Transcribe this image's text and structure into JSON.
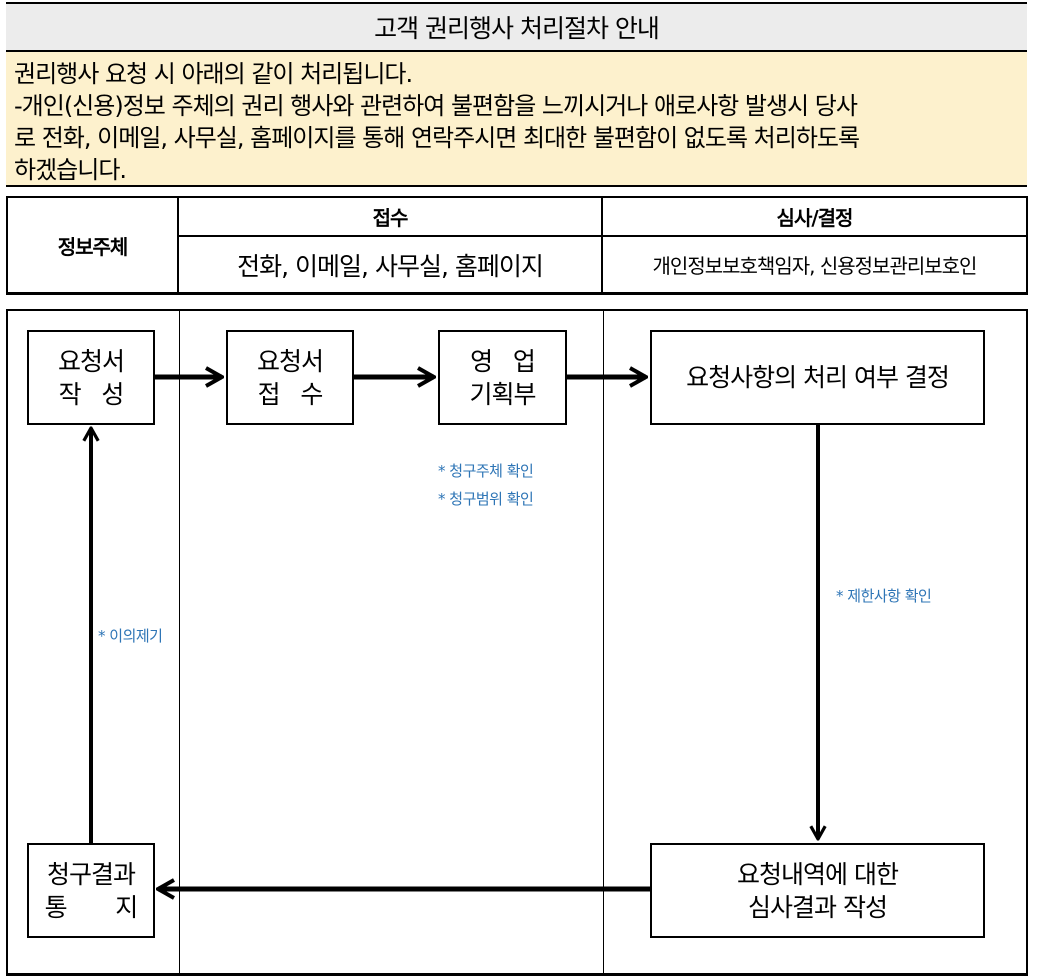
{
  "title": "고객 권리행사 처리절차 안내",
  "notice": {
    "lines": [
      "권리행사 요청 시 아래의 같이 처리됩니다.",
      "-개인(신용)정보 주체의 권리 행사와 관련하여 불편함을 느끼시거나 애로사항 발생시 당사",
      "로 전화, 이메일, 사무실, 홈페이지를 통해 연락주시면 최대한 불편함이 없도록 처리하도록",
      "하겠습니다."
    ]
  },
  "table": {
    "subject_header": "정보주체",
    "reception_header": "접수",
    "reception_value": "전화, 이메일, 사무실, 홈페이지",
    "review_header": "심사/결정",
    "review_value": "개인정보보호책임자, 신용정보관리보호인"
  },
  "flow": {
    "write_request": [
      "요청서",
      "작   성"
    ],
    "receive_request": [
      "요청서",
      "접   수"
    ],
    "sales_planning": [
      "영   업",
      "기획부"
    ],
    "decide": [
      "요청사항의 처리 여부 결정"
    ],
    "review_result": [
      "요청내역에 대한",
      "심사결과 작성"
    ],
    "notify_result": [
      "청구결과",
      "통       지"
    ],
    "notes": {
      "check_subject": "* 청구주체 확인",
      "check_scope": "* 청구범위 확인",
      "check_limits": "* 제한사항 확인",
      "objection": "* 이의제기"
    }
  }
}
